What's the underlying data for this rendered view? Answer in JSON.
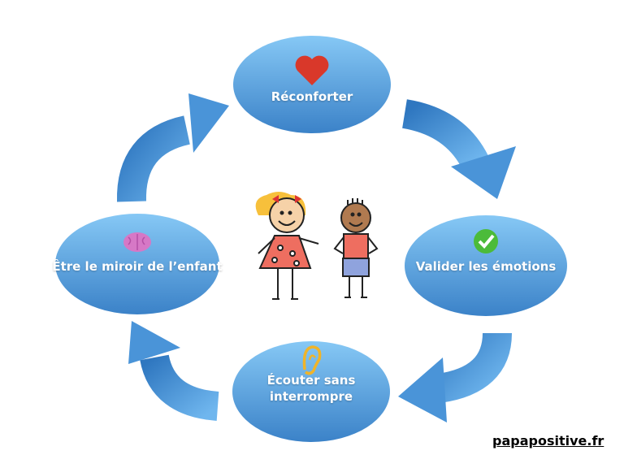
{
  "steps": [
    {
      "label": "Réconforter",
      "icon": "heart-icon"
    },
    {
      "label": "Valider les émotions",
      "icon": "check-icon"
    },
    {
      "label": "Écouter sans interrompre",
      "icon": "ear-icon"
    },
    {
      "label": "Être le miroir de l’enfant",
      "icon": "brain-icon"
    }
  ],
  "website": "papapositive.fr",
  "colors": {
    "ellipse_top": "#7cc0f2",
    "ellipse_bottom": "#3f86cc",
    "heart": "#d9382a",
    "check": "#4cbb3a",
    "ear": "#f0b429",
    "brain": "#d678c6"
  }
}
